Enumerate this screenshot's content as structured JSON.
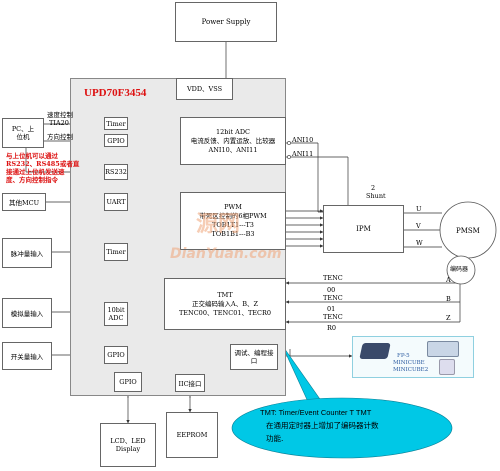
{
  "colors": {
    "red": "#dd1111",
    "mcu_fill": "#eaeaea",
    "chip": "#f4f4f4",
    "callout": "#00c8e6",
    "watermark": "#f0a67a"
  },
  "power_supply": "Power Supply",
  "vdd_vss": "VDD、VSS",
  "mcu_title": "UPD70F3454",
  "left_blocks": {
    "pc": [
      "PC、上",
      "位机"
    ],
    "mcu": "其他MCU",
    "pulse": "脉冲量输入",
    "analog": "模拟量输入",
    "switch": "开关量输入"
  },
  "side_notes": {
    "speed_label": [
      "速度控制",
      "TIA20"
    ],
    "direction_label": "方向控制",
    "red_note": [
      "与上位机可以通过",
      "RS232、RS485或者直",
      "接通过上位机发送速",
      "度、方向控制指令"
    ]
  },
  "inner_ports": {
    "timer1": "Timer",
    "gpio1": "GPIO",
    "rs232": "RS232",
    "uart": "UART",
    "timer2": "Timer",
    "adc": [
      "10bit",
      "ADC"
    ],
    "gpio2": "GPIO",
    "gpio_bottom": "GPIO",
    "iic": "IIC接口",
    "debug": [
      "调试、编程接",
      "口"
    ]
  },
  "adc_block": [
    "12bit ADC",
    "电流反馈、内置运放、比较器",
    "ANI10、ANI11"
  ],
  "pwm_block": [
    "PWM",
    "带死区控制的6相PWM",
    "TOB1T1---T3",
    "TOB1B1---B3"
  ],
  "tmt_block": [
    "TMT",
    "正交编码输入A、B、Z",
    "TENC00、TENC01、TECR0"
  ],
  "signals": {
    "ani10": "ANI10",
    "ani11": "ANI11",
    "shunt": [
      "2",
      "Shunt"
    ],
    "u": "U",
    "v": "V",
    "w": "W",
    "tenc00": [
      "TENC",
      "00"
    ],
    "tenc01": [
      "TENC",
      "01"
    ],
    "tecr0": [
      "TENC",
      "R0"
    ],
    "a": "A",
    "b": "B",
    "z": "Z"
  },
  "ipm": "IPM",
  "pmsm": "PMSM",
  "encoder": "编码器",
  "lcd": [
    "LCD、LED",
    "Display"
  ],
  "eeprom": "EEPROM",
  "device_label": [
    "FP-5",
    "MINICUBE",
    "MINICUBE2"
  ],
  "callout": [
    "TMT: Timer/Event Counter T TMT",
    "在通用定时器上增加了编码器计数",
    "功能."
  ],
  "watermark": {
    "brand": "源网",
    "url": "DianYuan.com"
  }
}
